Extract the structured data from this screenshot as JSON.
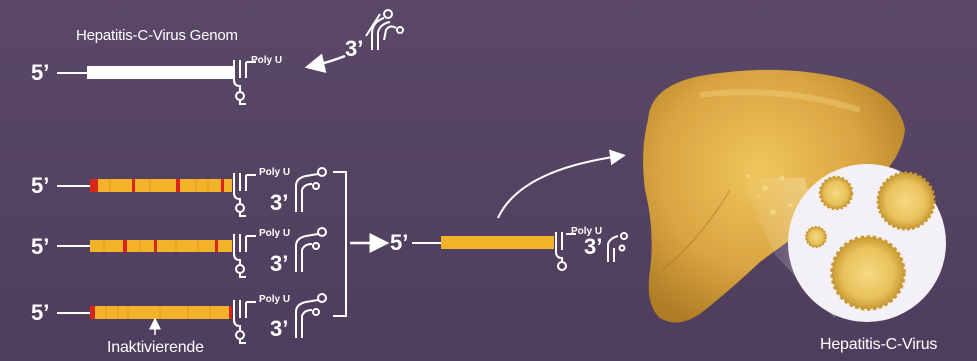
{
  "labels": {
    "genome_title": "Hepatitis-C-Virus Genom",
    "mutation_caption": "Inaktivierende",
    "virus_caption": "Hepatitis-C-Virus",
    "five_prime": "5’",
    "three_prime": "3’",
    "poly_u": "Poly U"
  },
  "colors": {
    "background": "#574566",
    "genome_bar": "#ffffff",
    "variant_bar": "#f2b229",
    "mutation_mark": "#d9261c",
    "liver": "#d9a441",
    "virus_particle": "#e8c25a",
    "zoom_circle": "#f4f1f6"
  }
}
